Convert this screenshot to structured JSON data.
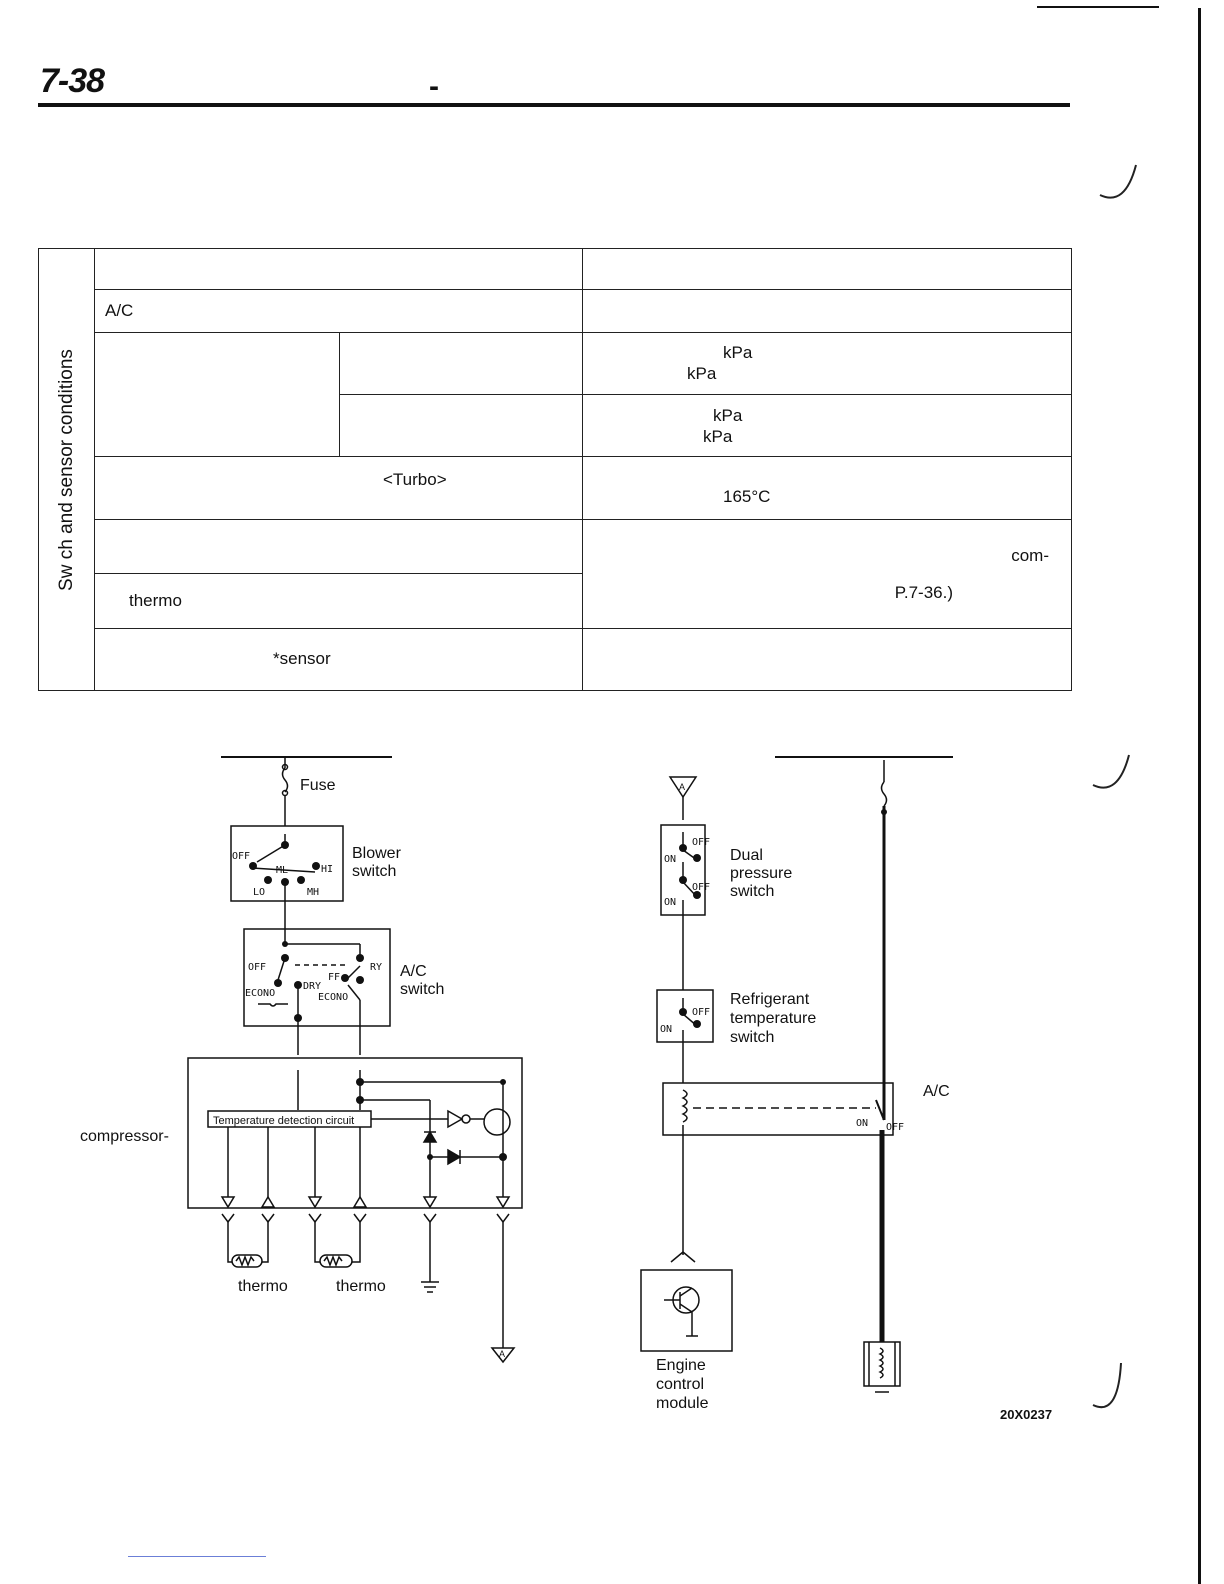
{
  "header": {
    "page_number": "7-38",
    "dash": "-"
  },
  "table": {
    "side_label": "Sw ch and sensor conditions",
    "r1": {
      "left": "",
      "right": ""
    },
    "r2": {
      "left": "A/C",
      "right": ""
    },
    "r3": {
      "a": "",
      "b": "",
      "line1": "kPa",
      "line2": "kPa"
    },
    "r4": {
      "b": "",
      "line1": "kPa",
      "line2": "kPa"
    },
    "r5": {
      "left": "<Turbo>",
      "right": "165°C"
    },
    "r6": {
      "left": ""
    },
    "r7": {
      "left": "thermo"
    },
    "r67_right": {
      "line1": "com-",
      "line2": "P.7-36.)"
    },
    "r8": {
      "left": "*sensor",
      "right": ""
    }
  },
  "diagram": {
    "fuse": "Fuse",
    "blower_switch": [
      "Blower",
      "switch"
    ],
    "blower_positions": {
      "off": "OFF",
      "ml": "ML",
      "hi": "HI",
      "lo": "LO",
      "mh": "MH"
    },
    "ac_switch": [
      "A/C",
      "switch"
    ],
    "ac_positions": {
      "off": "OFF",
      "ry": "RY",
      "ff": "FF",
      "econo_left": "ECONO",
      "dry": "DRY",
      "econo_right": "ECONO"
    },
    "temp_circuit": "Temperature detection circuit",
    "compressor": "compressor-",
    "thermo_left": "thermo",
    "thermo_right": "thermo",
    "connector_a": "A",
    "dual_pressure": [
      "Dual",
      "pressure",
      "switch"
    ],
    "dp_positions": {
      "off1": "OFF",
      "on1": "ON",
      "off2": "OFF",
      "on2": "ON"
    },
    "refrigerant": [
      "Refrigerant",
      "temperature",
      "switch"
    ],
    "rt_positions": {
      "off": "OFF",
      "on": "ON"
    },
    "ac_relay": "A/C",
    "relay_positions": {
      "on": "ON",
      "off": "OFF"
    },
    "ecm": [
      "Engine",
      "control",
      "module"
    ],
    "figure_code": "20X0237"
  },
  "colors": {
    "ink": "#111111",
    "link_rule": "#6b7fd7"
  }
}
